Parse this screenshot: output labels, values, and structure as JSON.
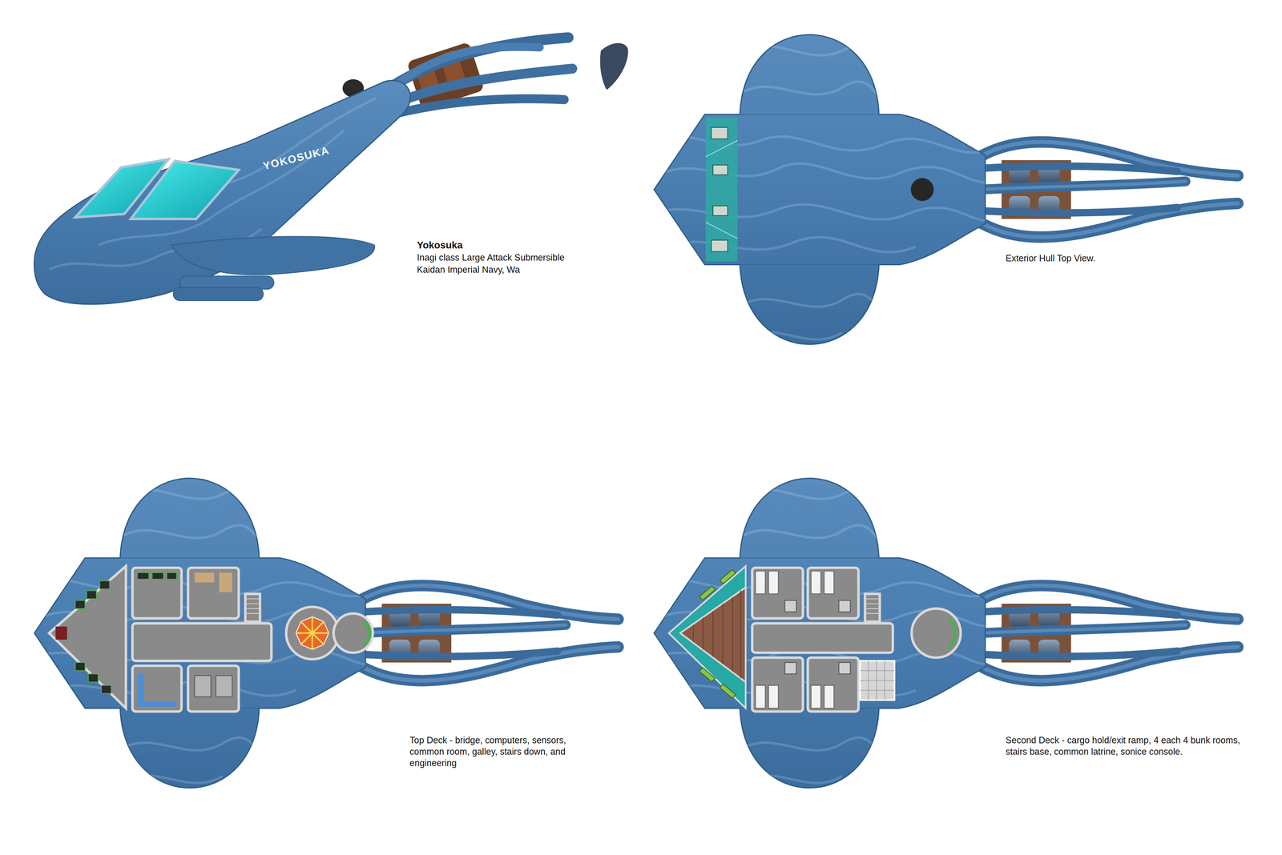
{
  "diagram": {
    "labels": [
      "YOKOSUKA",
      "Yokosuka",
      "Inagi class Large Attack Submersible",
      "Kaidan Imperial Navy, Wa",
      "Exterior Hull Top View.",
      "Top Deck - bridge, computers, sensors, common room, galley, stairs down, and engineering",
      "Second Deck - cargo hold/exit ramp, 4 each 4 bunk rooms, stairs base, common latrine, sonice console."
    ]
  }
}
